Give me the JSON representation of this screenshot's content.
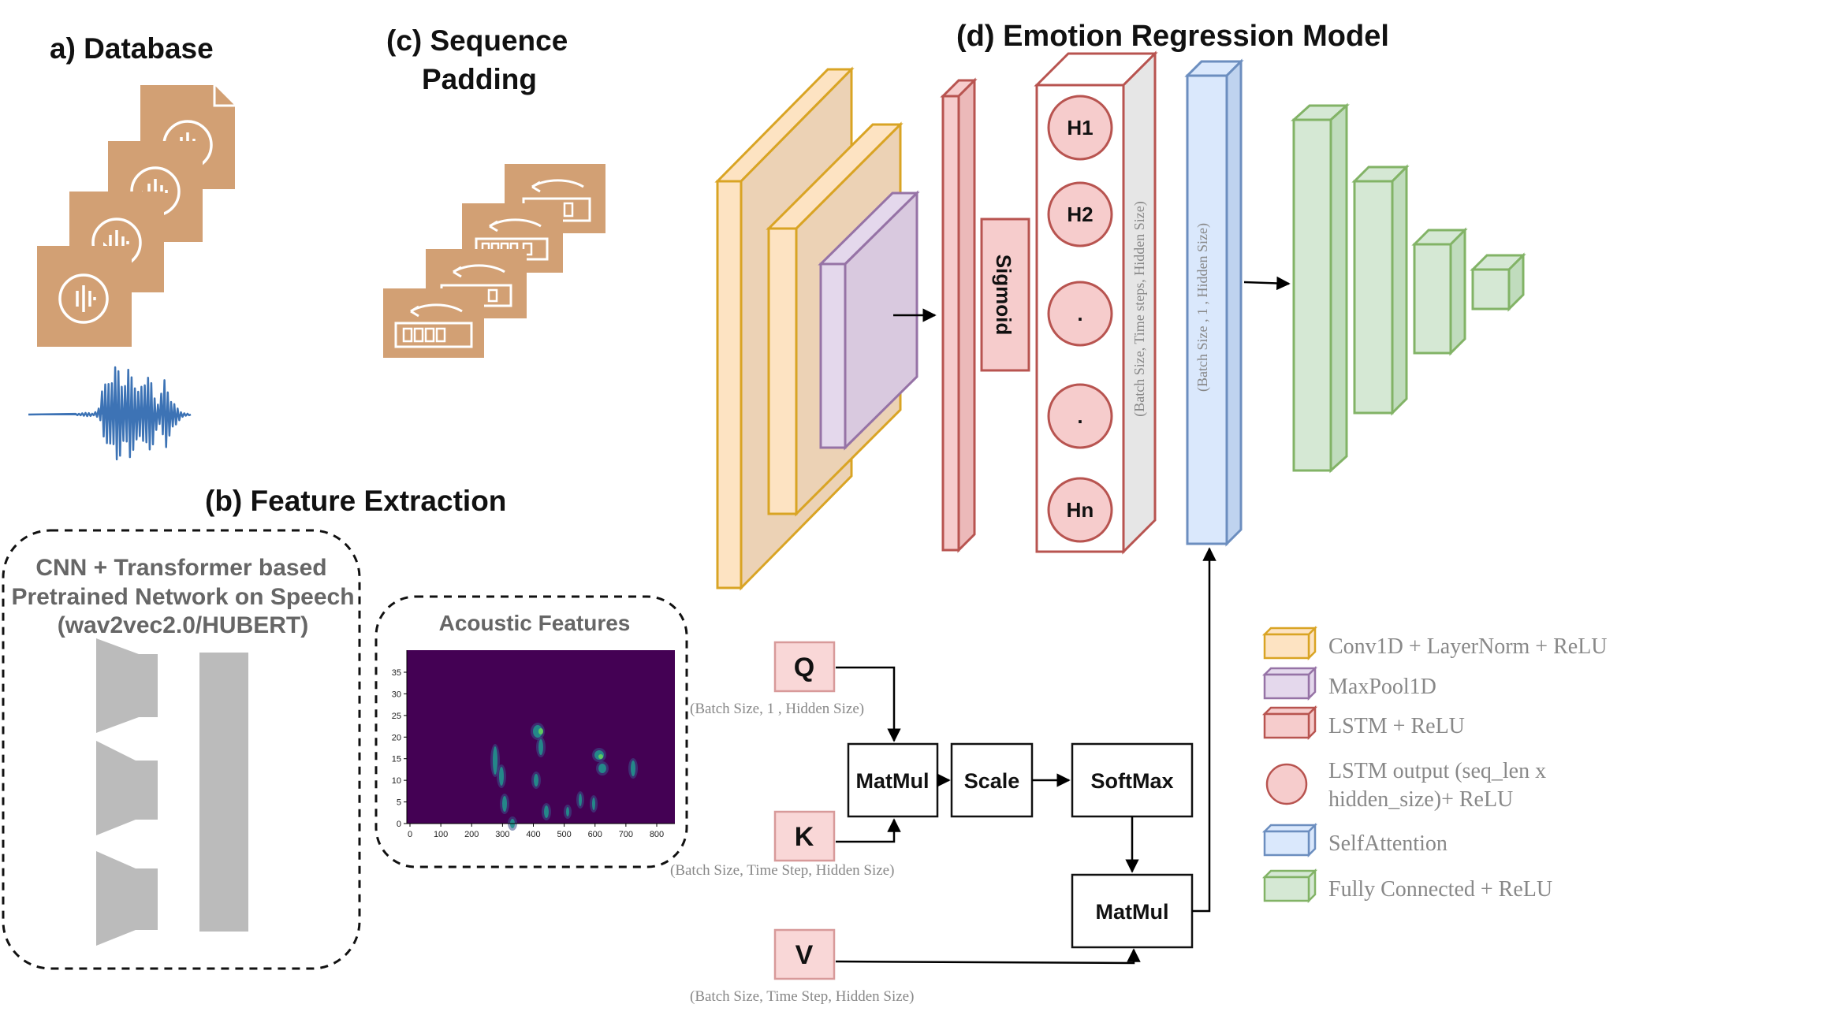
{
  "headers": {
    "database": "a) Database",
    "sequence_padding_line1": "(c) Sequence",
    "sequence_padding_line2": "Padding",
    "emotion_model": "(d) Emotion Regression Model",
    "feature_extraction": "(b) Feature Extraction"
  },
  "pretrained": {
    "line1": "CNN + Transformer based",
    "line2": "Pretrained Network on Speech",
    "line3": "(wav2vec2.0/HUBERT)"
  },
  "acoustic": {
    "title": "Acoustic Features",
    "y_ticks": [
      "35",
      "30",
      "25",
      "20",
      "15",
      "10",
      "5",
      "0"
    ],
    "x_ticks": [
      "0",
      "100",
      "200",
      "300",
      "400",
      "500",
      "600",
      "700",
      "800"
    ]
  },
  "model": {
    "sigmoid": "Sigmoid",
    "hidden_units": [
      "H1",
      "H2",
      ".",
      ".",
      "Hn"
    ],
    "lstm_shape": "(Batch Size, Time steps, Hidden Size)",
    "attention_shape": "(Batch Size , 1 , Hidden Size)"
  },
  "attention": {
    "q": "Q",
    "k": "K",
    "v": "V",
    "q_shape": "(Batch Size, 1 , Hidden Size)",
    "k_shape": "(Batch Size,  Time Step, Hidden Size)",
    "v_shape": "(Batch Size,  Time Step, Hidden Size)",
    "matmul1": "MatMul",
    "scale": "Scale",
    "softmax": "SoftMax",
    "matmul2": "MatMul"
  },
  "legend": [
    {
      "label": "Conv1D + LayerNorm + ReLU",
      "icon": "cube-icon",
      "fill": "#fde3c2",
      "stroke": "#d9a424"
    },
    {
      "label": "MaxPool1D",
      "icon": "cube-icon",
      "fill": "#e4d8ec",
      "stroke": "#9673a6"
    },
    {
      "label": "LSTM + ReLU",
      "icon": "cube-icon",
      "fill": "#f6cccc",
      "stroke": "#b85450"
    },
    {
      "label": "LSTM  output (seq_len x",
      "label2": "hidden_size)+ ReLU",
      "icon": "circle-icon",
      "fill": "#f6cccc",
      "stroke": "#b85450"
    },
    {
      "label": "SelfAttention",
      "icon": "cube-icon",
      "fill": "#dae8fc",
      "stroke": "#6c8ebf"
    },
    {
      "label": "Fully Connected + ReLU",
      "icon": "cube-icon",
      "fill": "#d5e8d4",
      "stroke": "#82b366"
    }
  ],
  "colors": {
    "tan": "#d2a074",
    "conv_fill": "#fde3c2",
    "conv_back": "#ecd2b5",
    "conv_stroke": "#d9a424",
    "pool_fill": "#e4d8ec",
    "pool_stroke": "#9673a6",
    "lstm_fill": "#f6cccc",
    "lstm_stroke": "#b85450",
    "attn_fill": "#dae8fc",
    "attn_stroke": "#6c8ebf",
    "fc_fill": "#d5e8d4",
    "fc_stroke": "#82b366",
    "waveform": "#3d73b5",
    "spectrogram_bg": "#440154",
    "gray_block": "#bbbbbb"
  }
}
